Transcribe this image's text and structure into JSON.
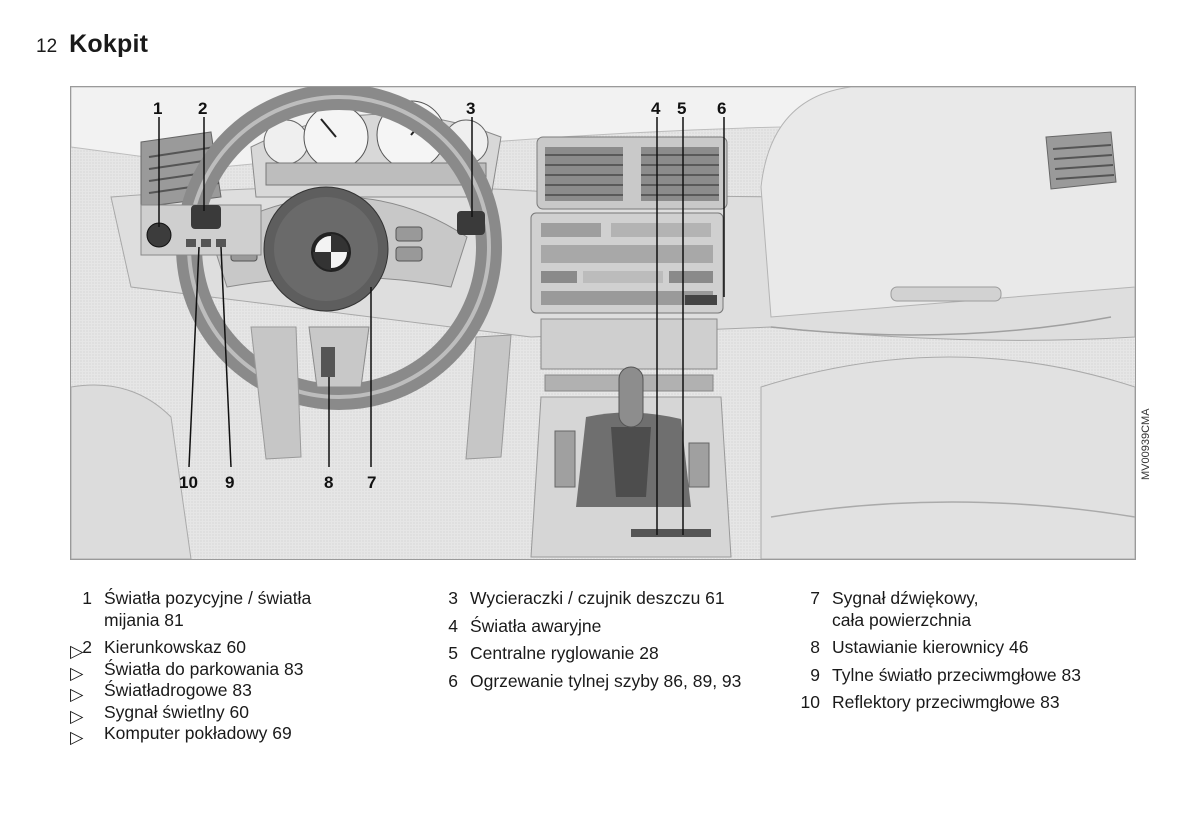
{
  "header": {
    "page_number": "12",
    "title": "Kokpit"
  },
  "figure": {
    "code": "MV00939CMA",
    "callouts": [
      "1",
      "2",
      "3",
      "4",
      "5",
      "6",
      "7",
      "8",
      "9",
      "10"
    ]
  },
  "legend": {
    "col1": [
      {
        "num": "1",
        "lines": [
          "Światła pozycyjne / światła",
          "mijania  81"
        ]
      },
      {
        "num": "2",
        "subs": [
          "Kierunkowskaz  60",
          "Światła do parkowania  83",
          "Światładrogowe  83",
          "Sygnał świetlny  60",
          "Komputer pokładowy  69"
        ]
      }
    ],
    "col2": [
      {
        "num": "3",
        "lines": [
          "Wycieraczki / czujnik deszczu  61"
        ]
      },
      {
        "num": "4",
        "lines": [
          "Światła awaryjne"
        ]
      },
      {
        "num": "5",
        "lines": [
          "Centralne ryglowanie  28"
        ]
      },
      {
        "num": "6",
        "lines": [
          "Ogrzewanie tylnej szyby  86, 89, 93"
        ]
      }
    ],
    "col3": [
      {
        "num": "7",
        "lines": [
          "Sygnał dźwiękowy,",
          "cała powierzchnia"
        ]
      },
      {
        "num": "8",
        "lines": [
          "Ustawianie kierownicy  46"
        ]
      },
      {
        "num": "9",
        "lines": [
          "Tylne światło przeciwmgłowe  83"
        ]
      },
      {
        "num": "10",
        "lines": [
          "Reflektory przeciwmgłowe  83"
        ]
      }
    ]
  }
}
